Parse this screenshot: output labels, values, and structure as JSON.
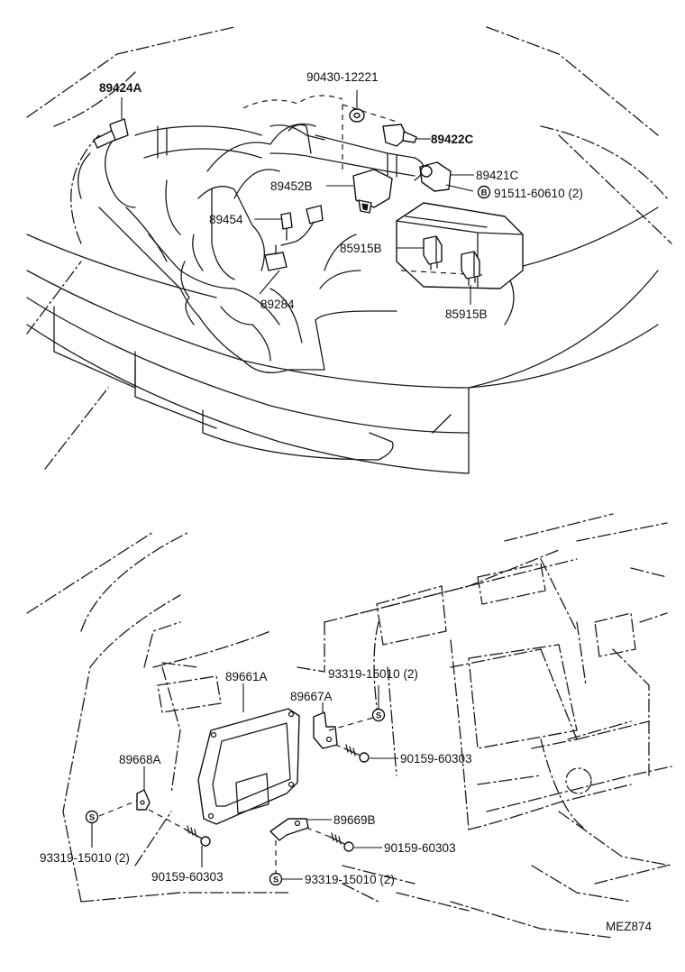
{
  "labels": {
    "p89424A": "89424A",
    "p90430": "90430-12221",
    "p89422C": "89422C",
    "p89421C": "89421C",
    "p91511": "91511-60610 (2)",
    "p89452B": "89452B",
    "p89454": "89454",
    "p85915B_a": "85915B",
    "p85915B_b": "85915B",
    "p89284": "89284",
    "p89661A": "89661A",
    "p93319_top": "93319-15010 (2)",
    "p89667A": "89667A",
    "p90159_r1": "90159-60303",
    "p89668A": "89668A",
    "p89669B": "89669B",
    "p90159_r2": "90159-60303",
    "p93319_left": "93319-15010 (2)",
    "p90159_bottom": "90159-60303",
    "p93319_bottom": "93319-15010 (2)",
    "figure_code": "MEZ874"
  },
  "symbols": {
    "bolt_marker": "B",
    "screw_marker": "S"
  }
}
